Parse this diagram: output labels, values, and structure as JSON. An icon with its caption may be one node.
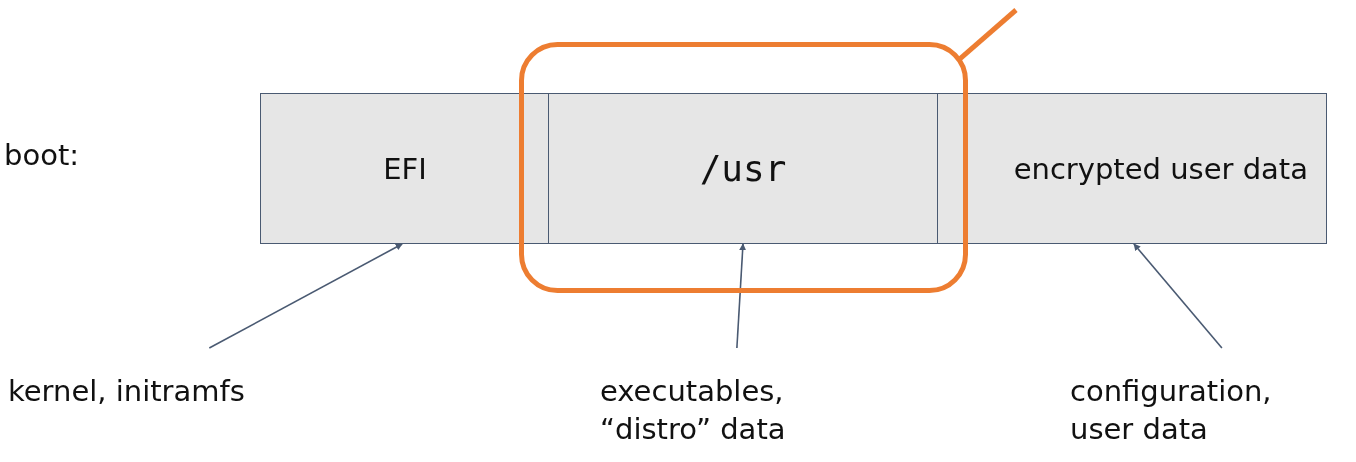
{
  "diagram": {
    "nodes": [
      {
        "text": [
          "EFI"
        ]
      },
      {
        "text": [],
        "shape": "box"
      },
      {
        "text": [
          "/usr"
        ],
        "in": 1
      },
      {
        "text": [
          "encrypted user data"
        ]
      },
      {
        "text": [
          "kernel, initramfs"
        ]
      },
      {
        "text": [
          "executables, “distro” data"
        ]
      },
      {
        "text": [
          "configuration, user data"
        ]
      }
    ],
    "edges": [
      {
        "from": 4,
        "to": 0,
        "arrow": "to"
      },
      {
        "from": 5,
        "to": 2,
        "arrow": "to"
      },
      {
        "from": 6,
        "to": 3,
        "arrow": "to"
      },
      {
        "from": 1,
        "to": null,
        "arrow": "none",
        "style": "thick",
        "color": "#ed7d31"
      }
    ],
    "labels": [
      "boot:"
    ]
  }
}
